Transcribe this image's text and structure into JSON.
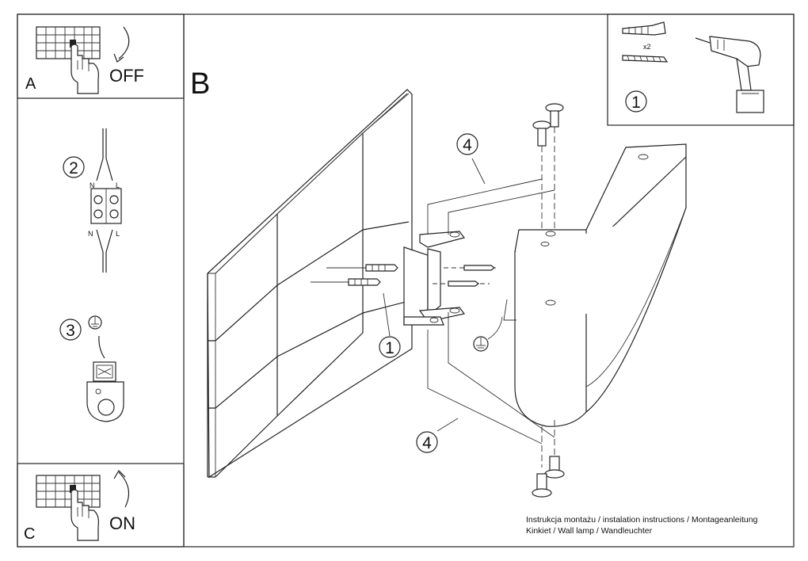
{
  "panels": {
    "a": {
      "letter": "A",
      "state": "OFF"
    },
    "c": {
      "letter": "C",
      "state": "ON"
    },
    "b": {
      "letter": "B"
    }
  },
  "tools": {
    "multiplier": "x2",
    "step": "1"
  },
  "steps": {
    "wiring": "2",
    "wiring_labels": {
      "n_top": "N",
      "l_top": "L",
      "n_bottom": "N",
      "l_bottom": "L"
    },
    "earth": "3"
  },
  "callouts": {
    "anchor_top": "4",
    "anchor_bottom": "4",
    "bracket": "1"
  },
  "caption": {
    "line1": "Instrukcja montażu / instalation instructions / Montageanleitung",
    "line2": "Kinkiet / Wall lamp / Wandleuchter"
  },
  "colors": {
    "ink": "#222222",
    "paper": "#ffffff"
  }
}
